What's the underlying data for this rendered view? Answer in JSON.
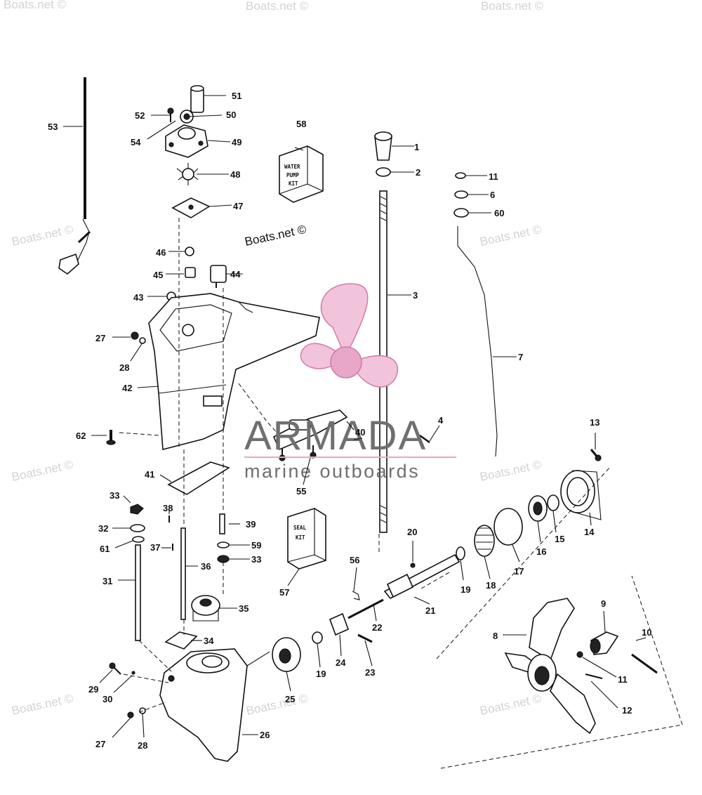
{
  "watermark_text": "Boats.net ©",
  "brand": {
    "name": "ARMADA",
    "tagline": "marine outboards",
    "logo_pink": "#e8a6c8",
    "logo_text_color": "#6f6f6f"
  },
  "kits": {
    "water_pump": [
      "WATER",
      "PUMP",
      "KIT"
    ],
    "seal": [
      "SEAL",
      "KIT"
    ]
  },
  "callouts": [
    "1",
    "2",
    "3",
    "4",
    "6",
    "7",
    "8",
    "9",
    "10",
    "11",
    "11",
    "12",
    "13",
    "14",
    "15",
    "16",
    "17",
    "18",
    "19",
    "19",
    "20",
    "21",
    "22",
    "23",
    "24",
    "25",
    "26",
    "27",
    "27",
    "28",
    "28",
    "29",
    "30",
    "31",
    "32",
    "33",
    "33",
    "34",
    "35",
    "36",
    "37",
    "38",
    "39",
    "40",
    "41",
    "42",
    "43",
    "44",
    "45",
    "46",
    "47",
    "48",
    "49",
    "50",
    "51",
    "52",
    "53",
    "54",
    "55",
    "56",
    "57",
    "58",
    "59",
    "60",
    "61",
    "62"
  ]
}
